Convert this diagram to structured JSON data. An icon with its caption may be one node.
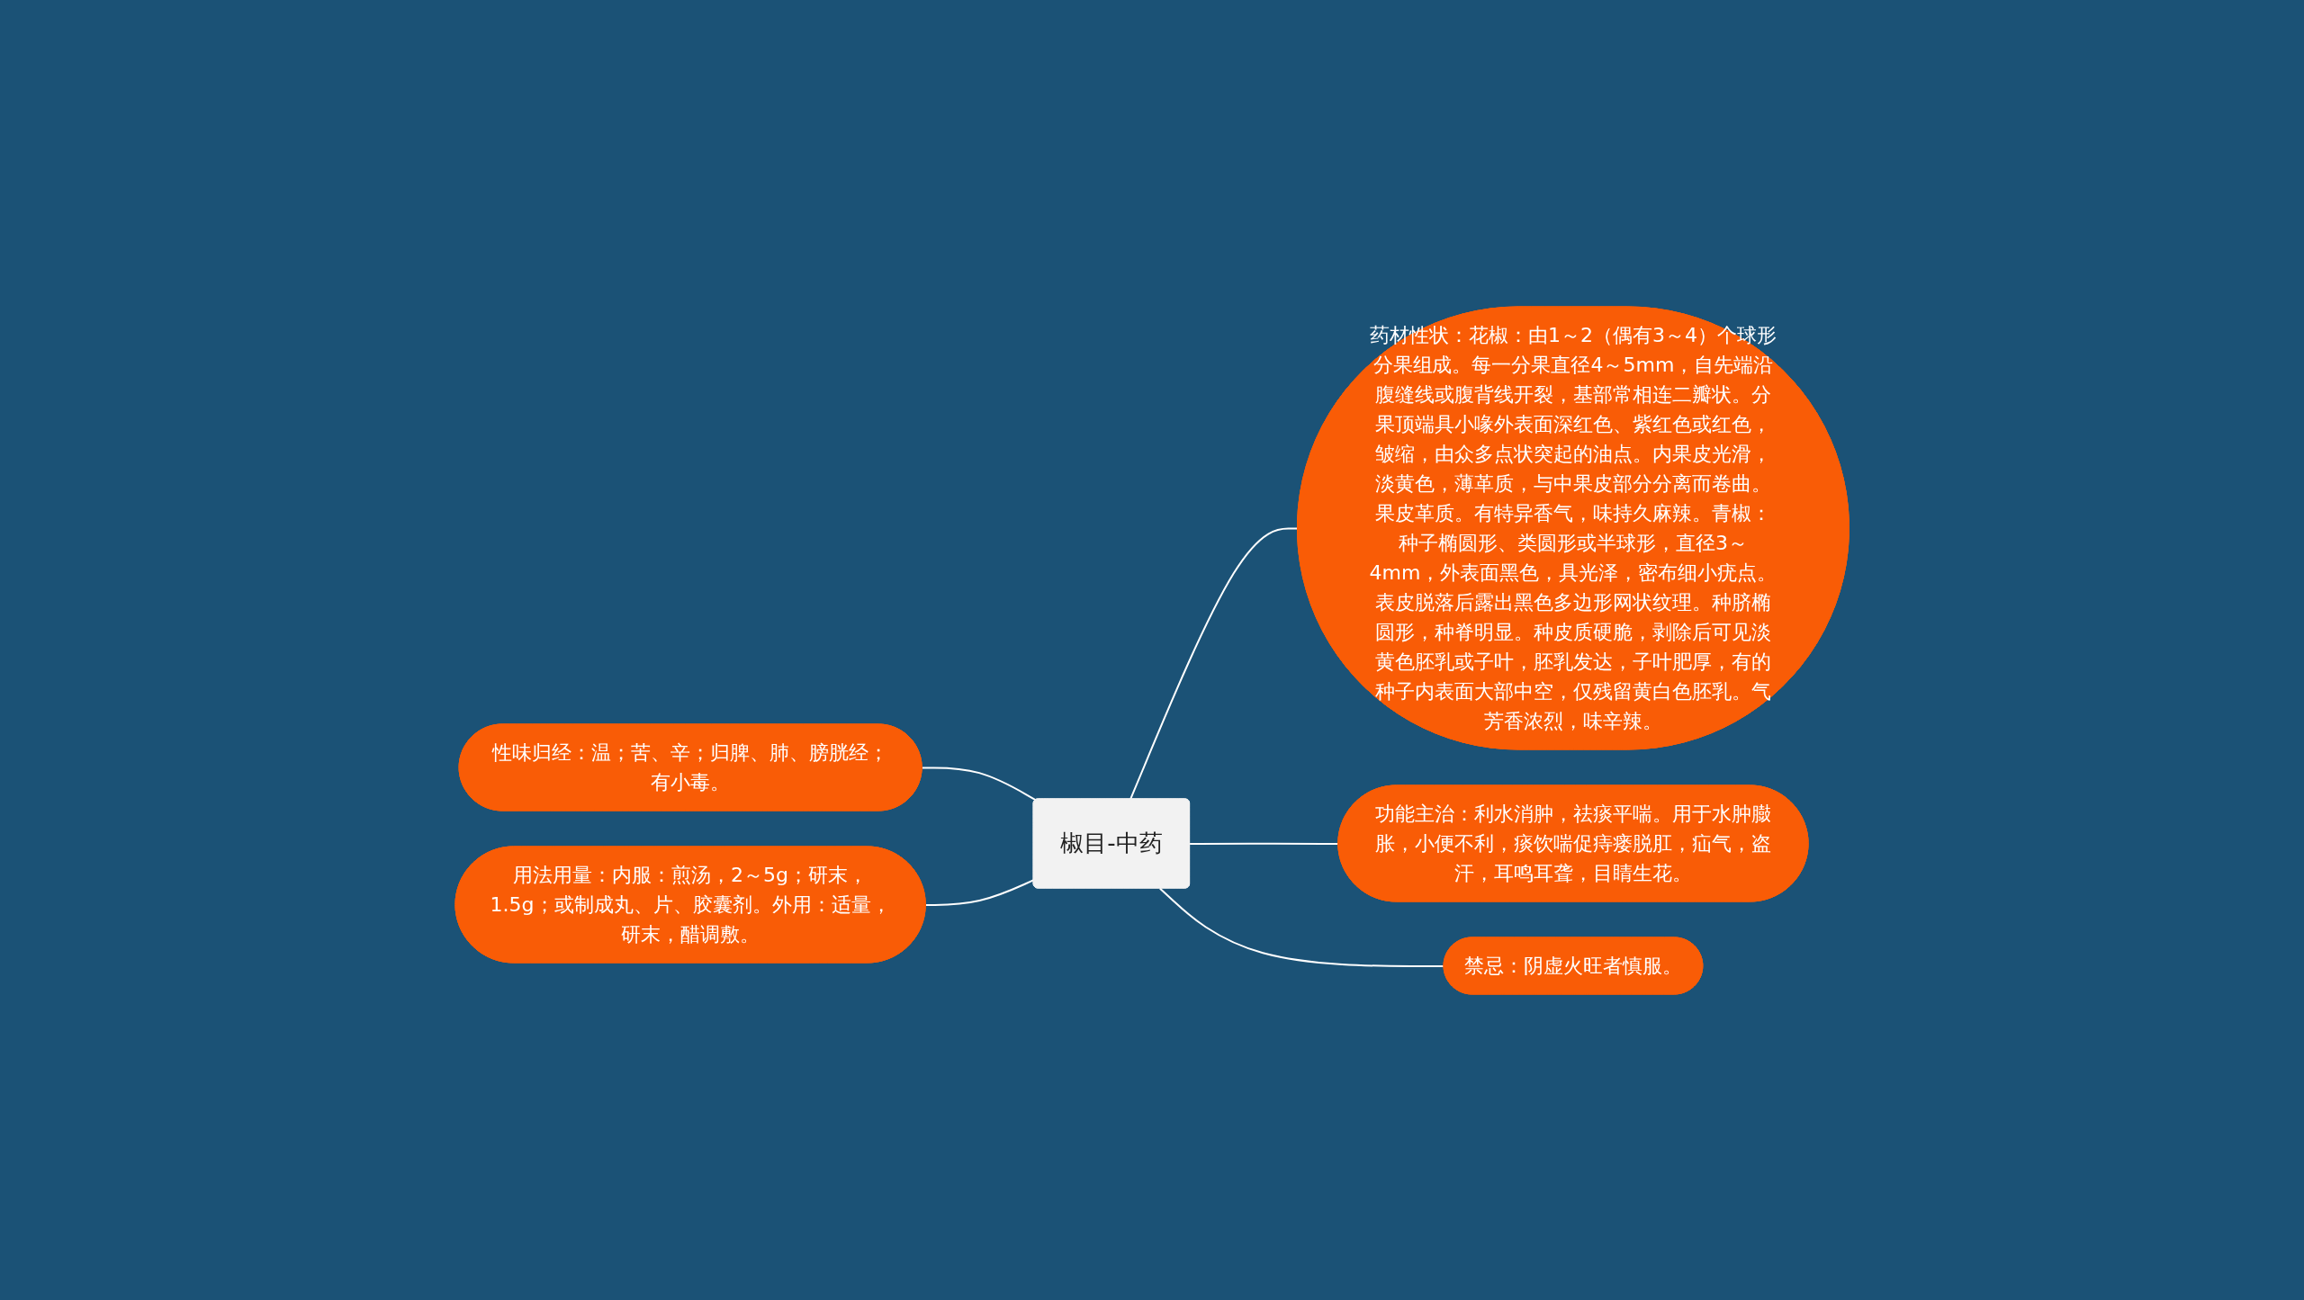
{
  "diagram": {
    "nodes": [
      {
        "text": [
          "椒目-中药"
        ]
      },
      {
        "text": [
          "性味归经：温；苦、辛；归脾、肺、膀胱经；有小毒。"
        ]
      },
      {
        "text": [
          "用法用量：内服：煎汤，2～5g；研末，1.5g；或制成丸、片、胶囊剂。外用：适量，研末，醋调敷。"
        ]
      },
      {
        "text": [
          "药材性状：花椒：由1～2（偶有3～4）个球形分果组成。每一分果直径4～5mm，自先端沿腹缝线或腹背线开裂，基部常相连二瓣状。分果顶端具小喙外表面深红色、紫红色或红色，皱缩，由众多点状突起的油点。内果皮光滑，淡黄色，薄革质，与中果皮部分分离而卷曲。果皮革质。有特异香气，味持久麻辣。青椒：种子椭圆形、类圆形或半球形，直径3～4mm，外表面黑色，具光泽，密布细小疣点。表皮脱落后露出黑色多边形网状纹理。种脐椭圆形，种脊明显。种皮质硬脆，剥除后可见淡黄色胚乳或子叶，胚乳发达，子叶肥厚，有的种子内表面大部中空，仅残留黄白色胚乳。气芳香浓烈，味辛辣。"
        ]
      },
      {
        "text": [
          "功能主治：利水消肿，祛痰平喘。用于水肿臌胀，小便不利，痰饮喘促痔瘘脱肛，疝气，盗汗，耳鸣耳聋，目睛生花。"
        ]
      },
      {
        "text": [
          "禁忌：阴虚火旺者慎服。"
        ]
      }
    ],
    "edges": [
      {
        "from": 1,
        "to": 0,
        "arrow": "none"
      },
      {
        "from": 2,
        "to": 0,
        "arrow": "none"
      },
      {
        "from": 0,
        "to": 3,
        "arrow": "none"
      },
      {
        "from": 0,
        "to": 4,
        "arrow": "none"
      },
      {
        "from": 0,
        "to": 5,
        "arrow": "none"
      }
    ]
  }
}
